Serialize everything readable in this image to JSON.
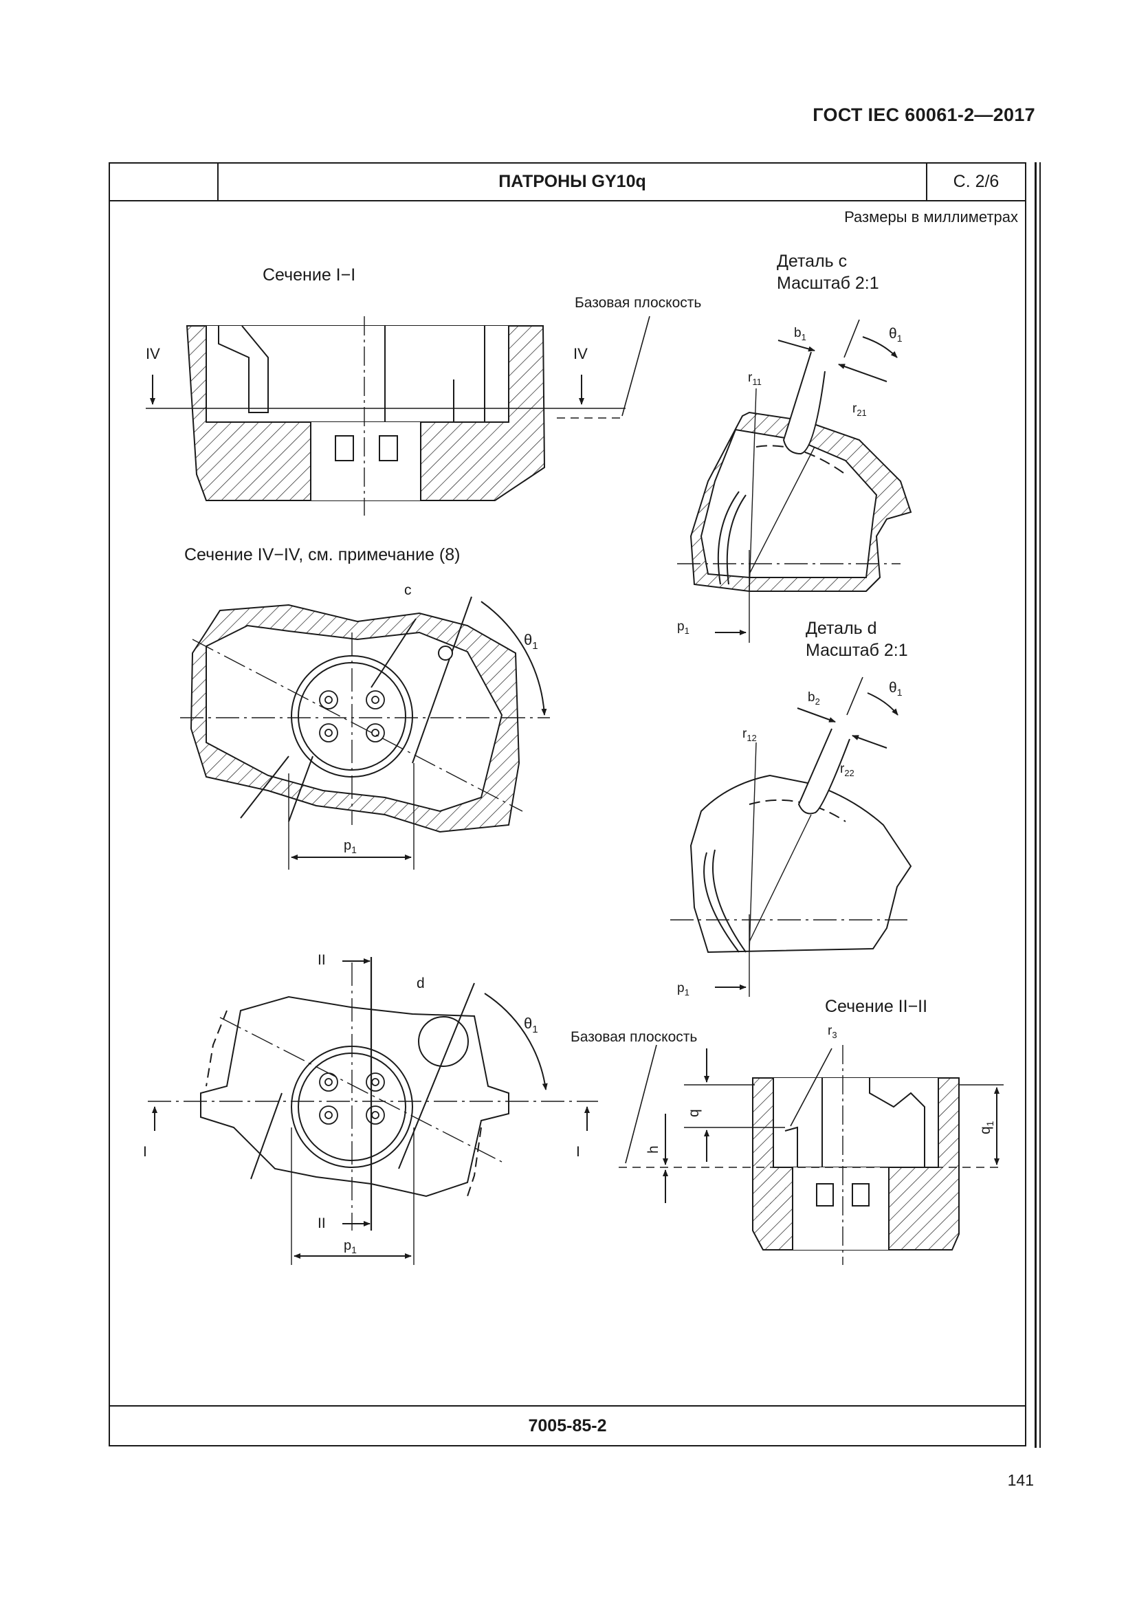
{
  "header": {
    "standard": "ГОСТ IEC 60061-2—2017"
  },
  "title_block": {
    "title": "ПАТРОНЫ GY10q",
    "sheet": "С. 2/6",
    "units_note": "Размеры в миллиметрах",
    "code": "7005-85-2"
  },
  "page_number": "141",
  "labels": {
    "section_1": "Сечение I−I",
    "section_4": "Сечение IV−IV, см. примечание (8)",
    "section_2": "Сечение II−II",
    "base_plane_1": "Базовая плоскость",
    "base_plane_2": "Базовая плоскость",
    "detail_c_1": "Деталь c",
    "detail_c_2": "Масштаб 2:1",
    "detail_d_1": "Деталь d",
    "detail_d_2": "Масштаб 2:1",
    "IV": "IV",
    "I": "I",
    "II": "II",
    "c": "c",
    "d": "d",
    "theta": "θ",
    "sub1": "1",
    "p": "p",
    "b": "b",
    "r": "r",
    "sub2": "2",
    "sub11": "11",
    "sub21": "21",
    "sub12": "12",
    "sub22": "22",
    "sub3": "3",
    "q": "q",
    "h": "h"
  }
}
